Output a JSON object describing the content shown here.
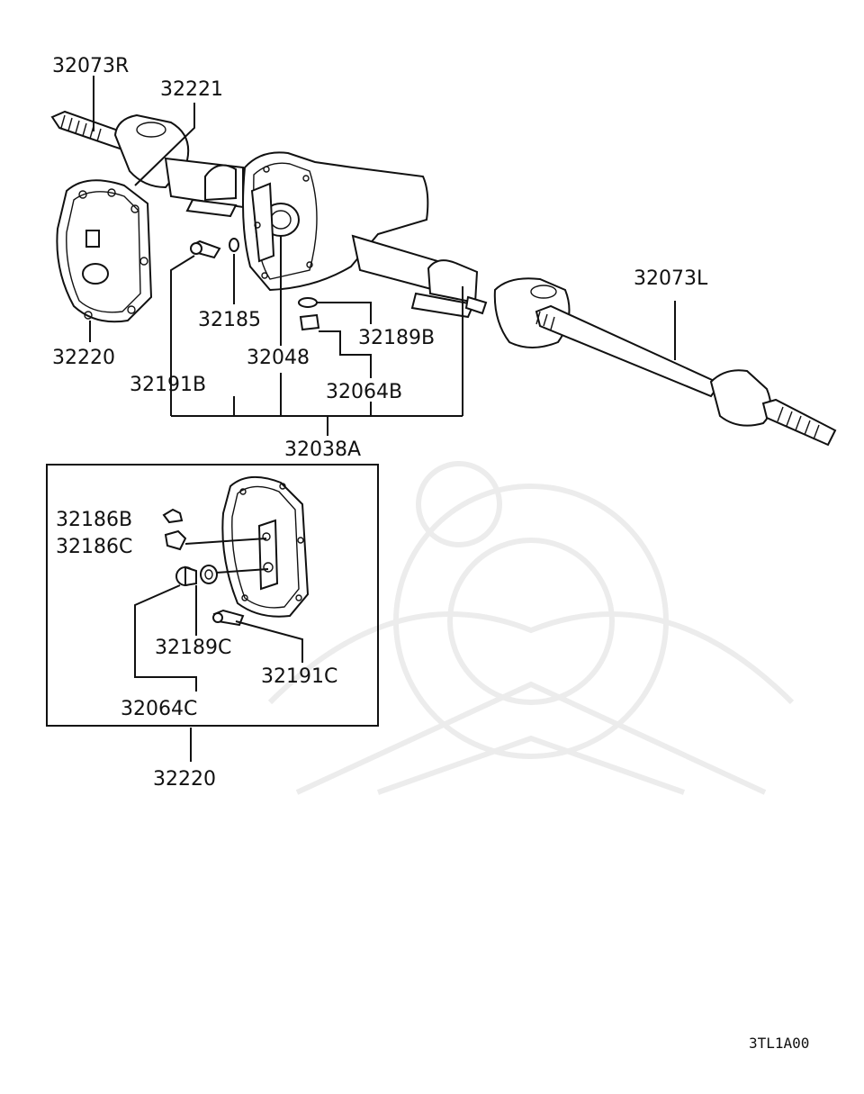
{
  "diagram": {
    "labels": {
      "axle_shaft_right": "32073R",
      "bracket": "32221",
      "cover_assembly": "32220",
      "bolt_32185": "32185",
      "bolt_32191b": "32191B",
      "carrier_32048": "32048",
      "gasket_32189b": "32189B",
      "plug_32064b": "32064B",
      "housing_assembly": "32038A",
      "axle_shaft_left": "32073L",
      "breather_32186b": "32186B",
      "breather_32186c": "32186C",
      "gasket_32189c": "32189C",
      "bolt_32191c": "32191C",
      "plug_32064c": "32064C",
      "cover_assembly_box": "32220"
    },
    "diagram_code": "3TL1A00"
  }
}
